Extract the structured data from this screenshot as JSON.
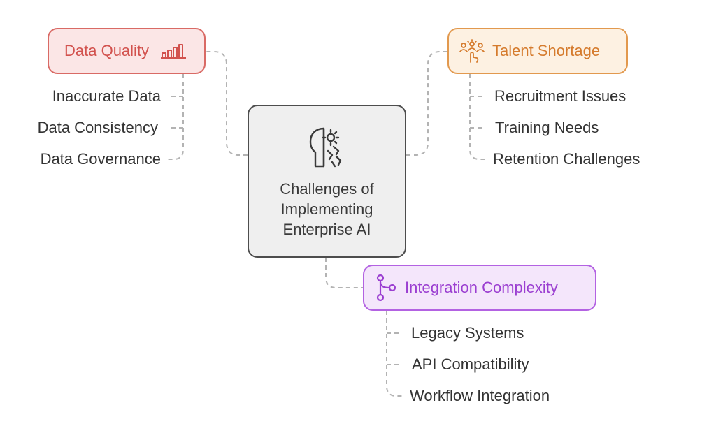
{
  "center": {
    "title_lines": [
      "Challenges of",
      "Implementing",
      "Enterprise AI"
    ],
    "icon": "head-gear-icon"
  },
  "branches": {
    "data_quality": {
      "title": "Data Quality",
      "icon": "bar-chart-icon",
      "color": "#d2524e",
      "items": [
        "Inaccurate Data",
        "Data Consistency",
        "Data Governance"
      ]
    },
    "talent_shortage": {
      "title": "Talent Shortage",
      "icon": "team-select-icon",
      "color": "#d57b2d",
      "items": [
        "Recruitment Issues",
        "Training Needs",
        "Retention Challenges"
      ]
    },
    "integration_complexity": {
      "title": "Integration Complexity",
      "icon": "git-branch-icon",
      "color": "#9b3fd1",
      "items": [
        "Legacy Systems",
        "API Compatibility",
        "Workflow Integration"
      ]
    }
  }
}
